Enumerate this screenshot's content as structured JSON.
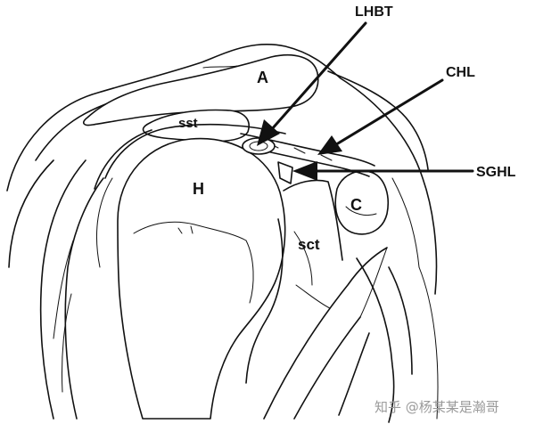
{
  "labels": {
    "lhbt": "LHBT",
    "chl": "CHL",
    "sghl": "SGHL",
    "a": "A",
    "sst": "sst",
    "h": "H",
    "c": "C",
    "sct": "sct"
  },
  "watermark": "知乎 @杨某某是瀚哥"
}
